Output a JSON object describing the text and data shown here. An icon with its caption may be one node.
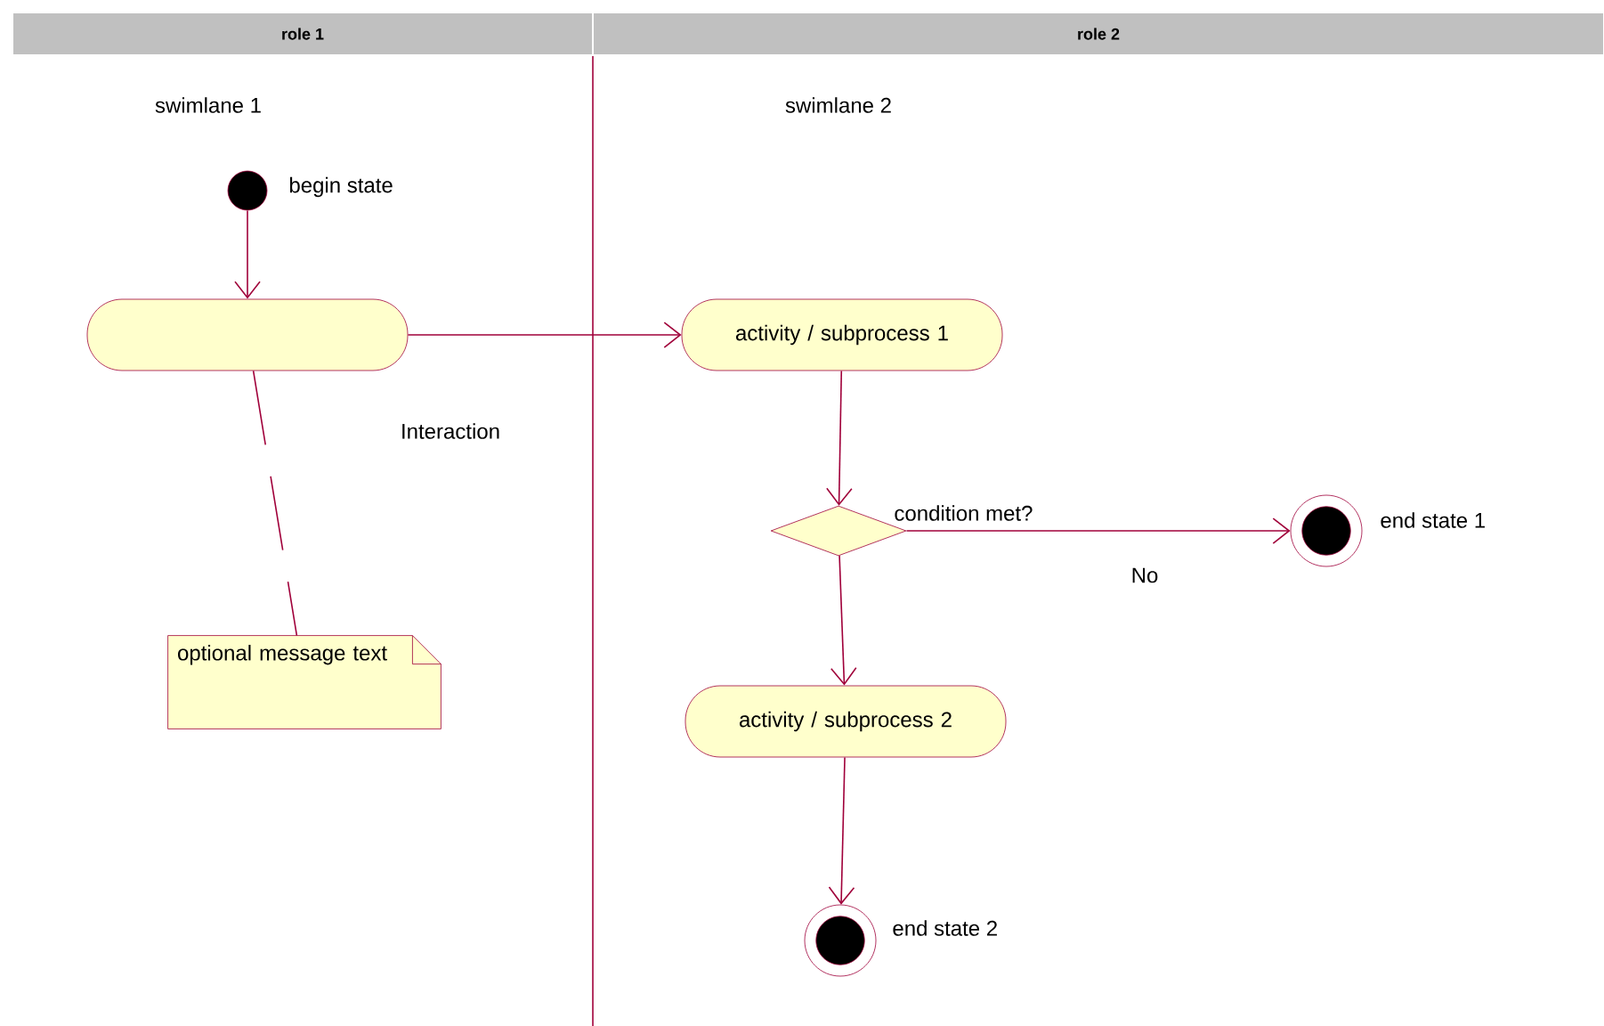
{
  "diagram": {
    "nodes": [
      {
        "text": [
          "role 1"
        ]
      },
      {
        "text": [
          "role 2"
        ]
      },
      {
        "text": [],
        "shape": "circle",
        "beside": [
          "begin state"
        ]
      },
      {
        "text": [],
        "shape": "capsule"
      },
      {
        "text": [
          "activity / subprocess 1"
        ]
      },
      {
        "text": [],
        "shape": "diamond",
        "beside": [
          "condition met?"
        ]
      },
      {
        "text": [],
        "shape": "bullseye",
        "beside": [
          "end state 1"
        ]
      },
      {
        "text": [
          "activity / subprocess 2"
        ]
      },
      {
        "text": [],
        "shape": "bullseye",
        "beside": [
          "end state 2"
        ]
      },
      {
        "text": [
          "optional message text"
        ]
      }
    ],
    "edges": [
      {
        "from": 2,
        "to": 3,
        "arrow": "to"
      },
      {
        "from": 3,
        "to": 4,
        "arrow": "to",
        "label": "Interaction"
      },
      {
        "from": 4,
        "to": 5,
        "arrow": "to"
      },
      {
        "from": 5,
        "to": 6,
        "arrow": "to",
        "label": "No"
      },
      {
        "from": 5,
        "to": 7,
        "arrow": "to"
      },
      {
        "from": 7,
        "to": 8,
        "arrow": "to"
      },
      {
        "from": 3,
        "to": 9,
        "arrow": "none",
        "style": "dashed"
      }
    ],
    "labels": [
      "swimlane 1",
      "swimlane 2"
    ]
  }
}
